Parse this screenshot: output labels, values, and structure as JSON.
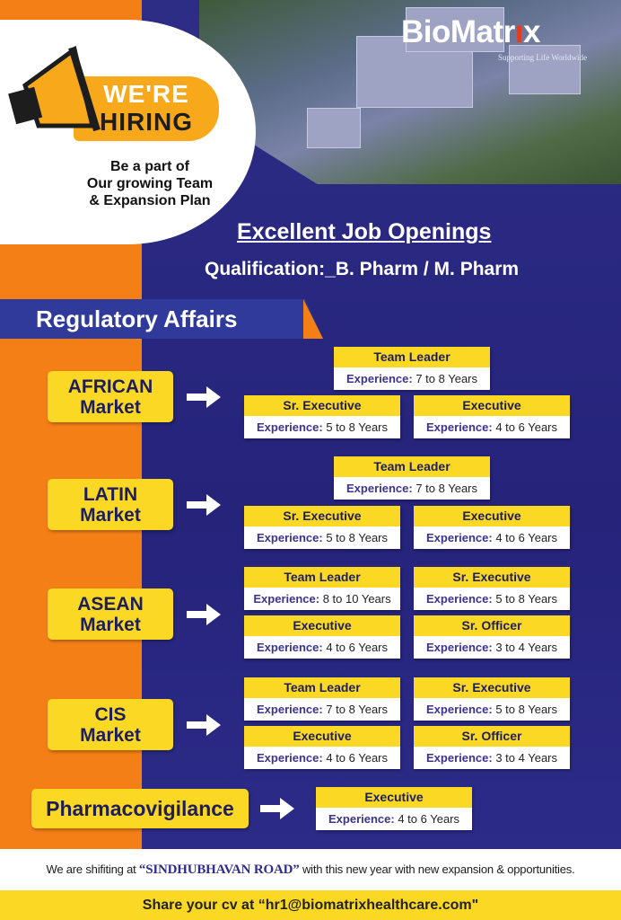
{
  "brand": {
    "name_pre": "BioMatr",
    "name_post": "x",
    "tagline": "Supporting Life Worldwide"
  },
  "hiring": {
    "line1": "WE'RE",
    "line2": "HIRING",
    "tagline": [
      "Be a part of",
      "Our growing Team",
      "& Expansion Plan"
    ]
  },
  "headline": "Excellent Job Openings",
  "qualification": "Qualification:_B. Pharm / M. Pharm",
  "section": "Regulatory Affairs",
  "exp_label": "Experience:",
  "markets": [
    {
      "name": [
        "AFRICAN",
        "Market"
      ],
      "roles": [
        {
          "title": "Team Leader",
          "exp": "7 to 8 Years"
        },
        {
          "title": "Sr. Executive",
          "exp": "5 to 8 Years"
        },
        {
          "title": "Executive",
          "exp": "4 to 6 Years"
        }
      ]
    },
    {
      "name": [
        "LATIN",
        "Market"
      ],
      "roles": [
        {
          "title": "Team Leader",
          "exp": "7 to 8 Years"
        },
        {
          "title": "Sr. Executive",
          "exp": "5 to 8 Years"
        },
        {
          "title": "Executive",
          "exp": "4 to 6 Years"
        }
      ]
    },
    {
      "name": [
        "ASEAN",
        "Market"
      ],
      "roles": [
        {
          "title": "Team Leader",
          "exp": "8 to 10 Years"
        },
        {
          "title": "Sr. Executive",
          "exp": "5 to 8 Years"
        },
        {
          "title": "Executive",
          "exp": "4 to 6 Years"
        },
        {
          "title": "Sr. Officer",
          "exp": "3 to 4 Years"
        }
      ]
    },
    {
      "name": [
        "CIS",
        "Market"
      ],
      "roles": [
        {
          "title": "Team Leader",
          "exp": "7 to 8 Years"
        },
        {
          "title": "Sr. Executive",
          "exp": "5 to 8 Years"
        },
        {
          "title": "Executive",
          "exp": "4 to 6 Years"
        },
        {
          "title": "Sr. Officer",
          "exp": "3 to 4 Years"
        }
      ]
    },
    {
      "name": [
        "Pharmacovigilance"
      ],
      "roles": [
        {
          "title": "Executive",
          "exp": "4 to 6 Years"
        }
      ]
    }
  ],
  "footer": {
    "pre": "We are shifiting at ",
    "highlight": "“SINDHUBHAVAN ROAD”",
    "post": " with this new year with new expansion & opportunities.",
    "cv": "Share your cv at “hr1@biomatrixhealthcare.com\""
  },
  "colors": {
    "orange": "#f57f17",
    "navy": "#2b2a7e",
    "yellow": "#fbd824"
  }
}
